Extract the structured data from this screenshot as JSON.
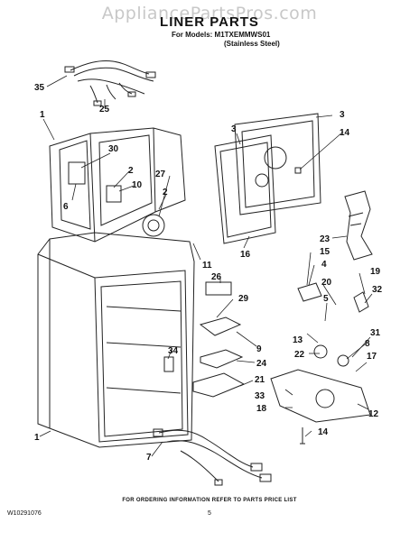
{
  "watermark": "AppliancePartsPros.com",
  "title": "LINER PARTS",
  "models_line1": "For Models: M1TXEMMWS01",
  "models_line2": "(Stainless Steel)",
  "footer_note": "FOR ORDERING INFORMATION REFER TO PARTS PRICE LIST",
  "doc_number": "W10291076",
  "page_number": "5",
  "callouts": [
    "35",
    "25",
    "1",
    "30",
    "2",
    "10",
    "6",
    "27",
    "2",
    "3",
    "3",
    "14",
    "16",
    "23",
    "11",
    "15",
    "4",
    "26",
    "20",
    "19",
    "32",
    "29",
    "5",
    "13",
    "9",
    "31",
    "22",
    "34",
    "24",
    "8",
    "17",
    "21",
    "33",
    "18",
    "12",
    "1",
    "7",
    "14"
  ]
}
